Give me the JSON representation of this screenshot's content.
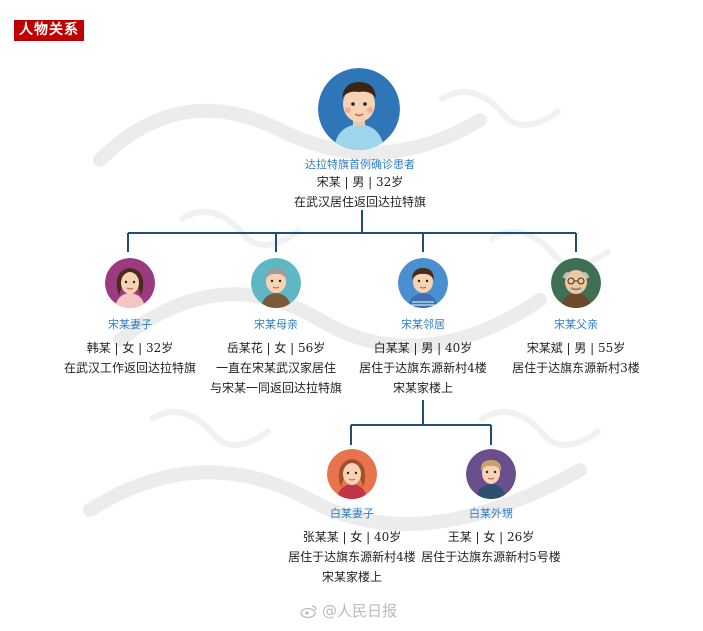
{
  "header": {
    "title": "人物关系"
  },
  "patient": {
    "role": "达拉特旗首例确诊患者",
    "lines": [
      "宋某 | 男 | 32岁",
      "在武汉居住返回达拉特旗"
    ]
  },
  "level2": [
    {
      "role": "宋某妻子",
      "lines": [
        "韩某 | 女 | 32岁",
        "在武汉工作返回达拉特旗"
      ],
      "icon": "woman-avatar-icon"
    },
    {
      "role": "宋某母亲",
      "lines": [
        "岳某花 | 女 | 56岁",
        "一直在宋某武汉家居住",
        "与宋某一同返回达拉特旗"
      ],
      "icon": "elderly-woman-avatar-icon"
    },
    {
      "role": "宋某邻居",
      "lines": [
        "白某某 | 男 | 40岁",
        "居住于达旗东源新村4楼",
        "宋某家楼上"
      ],
      "icon": "man-avatar-icon"
    },
    {
      "role": "宋某父亲",
      "lines": [
        "宋某斌 | 男 | 55岁",
        "居住于达旗东源新村3楼"
      ],
      "icon": "elderly-man-avatar-icon"
    }
  ],
  "level3": [
    {
      "role": "白某妻子",
      "lines": [
        "张某某 | 女 | 40岁",
        "居住于达旗东源新村4楼",
        "宋某家楼上"
      ],
      "icon": "woman-avatar-icon"
    },
    {
      "role": "白某外甥",
      "lines": [
        "王某 | 女 | 26岁",
        "居住于达旗东源新村5号楼"
      ],
      "icon": "young-woman-avatar-icon"
    }
  ],
  "watermark": {
    "text": "@人民日报"
  },
  "colors": {
    "line": "#1f4e79",
    "role": "#2f7fc4",
    "header_bg": "#c00000"
  }
}
